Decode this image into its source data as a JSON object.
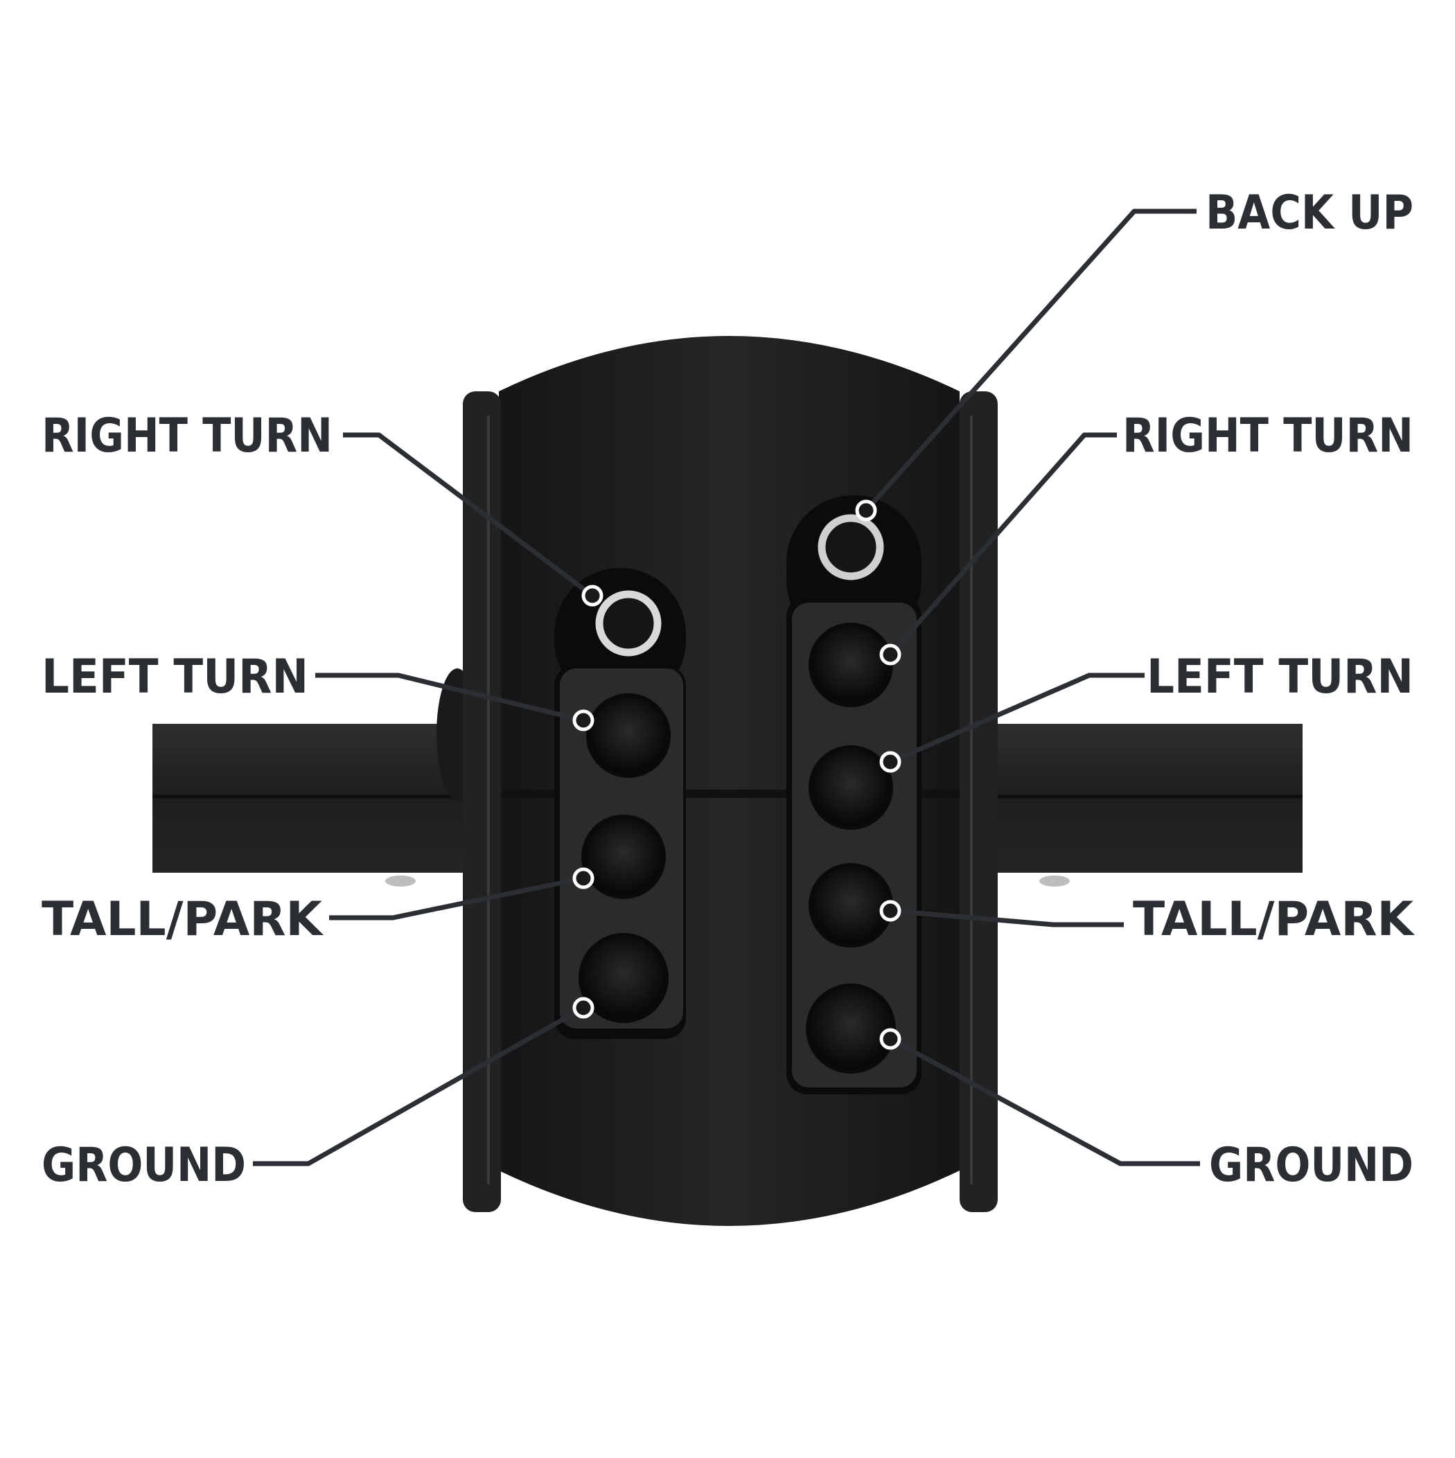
{
  "colors": {
    "background": "#ffffff",
    "label_text": "#2b2e33",
    "leader_line": "#2b2e33",
    "connector_body": "#1c1c1c",
    "pin_ring": "#d9d9d9"
  },
  "labels": {
    "left": {
      "right_turn": "RIGHT TURN",
      "left_turn": "LEFT TURN",
      "tall_park": "TALL/PARK",
      "ground": "GROUND"
    },
    "right": {
      "back_up": "BACK UP",
      "right_turn": "RIGHT TURN",
      "left_turn": "LEFT TURN",
      "tall_park": "TALL/PARK",
      "ground": "GROUND"
    }
  }
}
